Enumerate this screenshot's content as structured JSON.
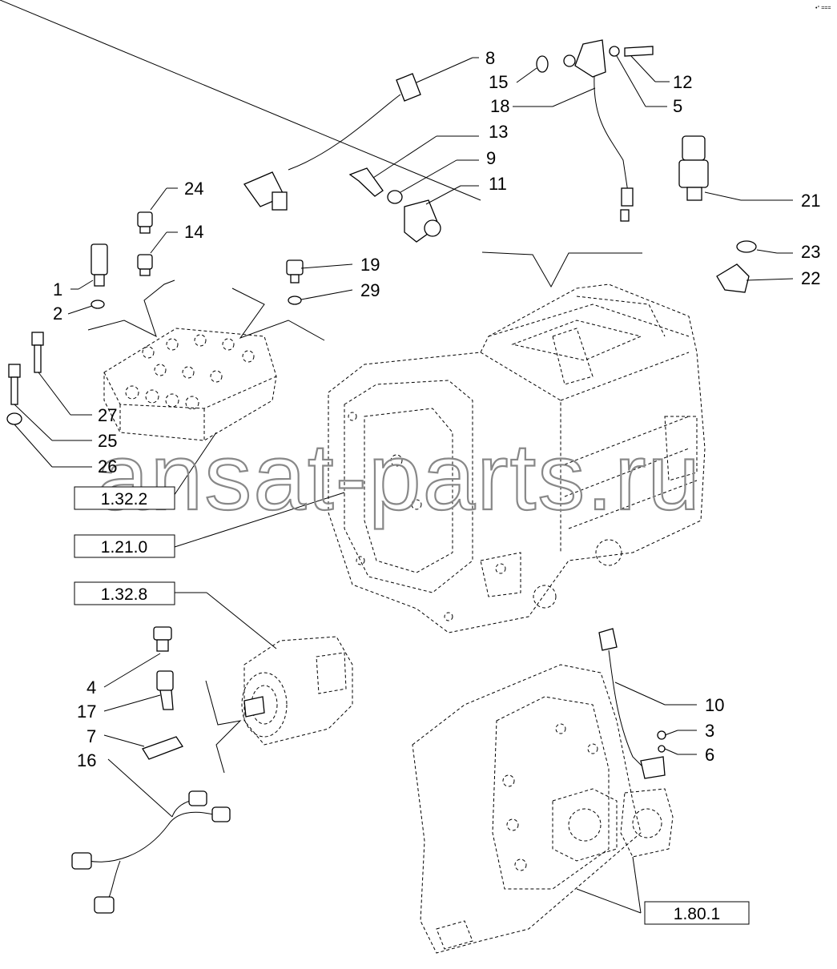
{
  "corner_mark": "•° ===",
  "watermark": "ansat-parts.ru",
  "callouts": [
    {
      "id": "c8",
      "text": "8"
    },
    {
      "id": "c15",
      "text": "15"
    },
    {
      "id": "c12",
      "text": "12"
    },
    {
      "id": "c18",
      "text": "18"
    },
    {
      "id": "c5",
      "text": "5"
    },
    {
      "id": "c13",
      "text": "13"
    },
    {
      "id": "c9",
      "text": "9"
    },
    {
      "id": "c11",
      "text": "11"
    },
    {
      "id": "c24",
      "text": "24"
    },
    {
      "id": "c14",
      "text": "14"
    },
    {
      "id": "c21",
      "text": "21"
    },
    {
      "id": "c23",
      "text": "23"
    },
    {
      "id": "c22",
      "text": "22"
    },
    {
      "id": "c19",
      "text": "19"
    },
    {
      "id": "c29",
      "text": "29"
    },
    {
      "id": "c1",
      "text": "1"
    },
    {
      "id": "c2",
      "text": "2"
    },
    {
      "id": "c27",
      "text": "27"
    },
    {
      "id": "c25",
      "text": "25"
    },
    {
      "id": "c26",
      "text": "26"
    },
    {
      "id": "c4",
      "text": "4"
    },
    {
      "id": "c17",
      "text": "17"
    },
    {
      "id": "c7",
      "text": "7"
    },
    {
      "id": "c16",
      "text": "16"
    },
    {
      "id": "c10",
      "text": "10"
    },
    {
      "id": "c3",
      "text": "3"
    },
    {
      "id": "c6",
      "text": "6"
    }
  ],
  "references": [
    {
      "id": "r1322",
      "text": "1.32.2"
    },
    {
      "id": "r1210",
      "text": "1.21.0"
    },
    {
      "id": "r1328",
      "text": "1.32.8"
    },
    {
      "id": "r1801",
      "text": "1.80.1"
    }
  ]
}
